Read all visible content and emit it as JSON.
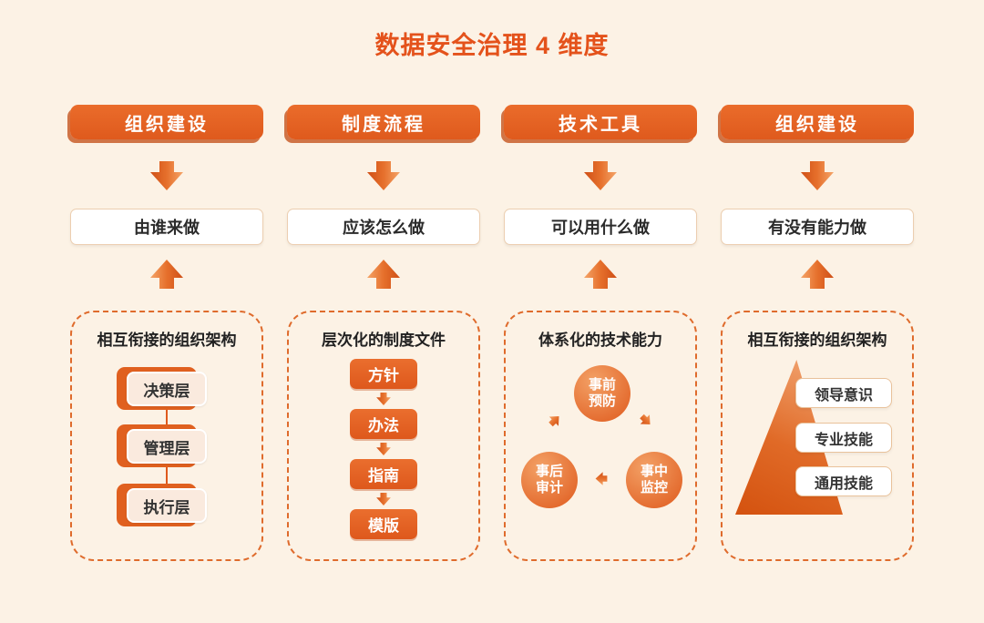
{
  "title": "数据安全治理 4 维度",
  "colors": {
    "background": "#fcf2e5",
    "primary_orange": "#e05a1d",
    "title_orange": "#e4521b",
    "dashed_border": "#df6b2c",
    "dark_text": "#2b2b2b"
  },
  "columns": [
    {
      "header": "组织建设",
      "question": "由谁来做",
      "panel_title": "相互衔接的组织架构",
      "levels": [
        "决策层",
        "管理层",
        "执行层"
      ]
    },
    {
      "header": "制度流程",
      "question": "应该怎么做",
      "panel_title": "层次化的制度文件",
      "docs": [
        "方针",
        "办法",
        "指南",
        "模版"
      ]
    },
    {
      "header": "技术工具",
      "question": "可以用什么做",
      "panel_title": "体系化的技术能力",
      "cycle": [
        {
          "line1": "事前",
          "line2": "预防"
        },
        {
          "line1": "事中",
          "line2": "监控"
        },
        {
          "line1": "事后",
          "line2": "审计"
        }
      ]
    },
    {
      "header": "组织建设",
      "question": "有没有能力做",
      "panel_title": "相互衔接的组织架构",
      "pyramid": [
        "领导意识",
        "专业技能",
        "通用技能"
      ]
    }
  ]
}
